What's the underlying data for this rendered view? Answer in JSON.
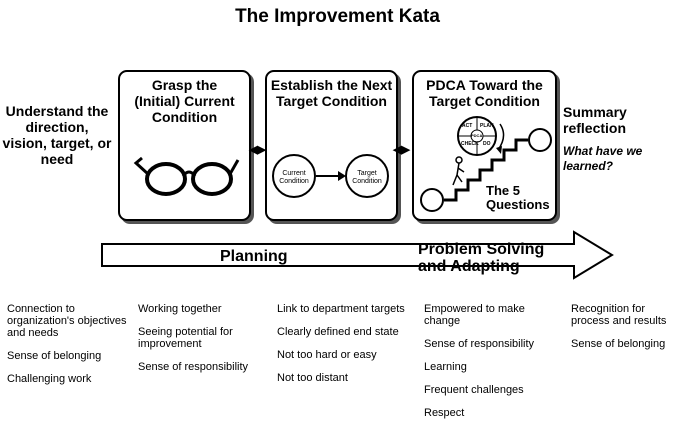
{
  "title": "The Improvement Kata",
  "left_text": "Understand the direction, vision, target, or need",
  "right_text": {
    "heading": "Summary reflection",
    "question": "What have we learned?"
  },
  "boxes": [
    {
      "title": "Grasp the (Initial) Current Condition",
      "icon": "eyeglasses-icon"
    },
    {
      "title": "Establish the Next Target Condition",
      "circle_left": "Current Condition",
      "circle_right": "Target Condition"
    },
    {
      "title": "PDCA Toward the Target Condition",
      "pdca": [
        "ACT",
        "PLAN",
        "CHECK",
        "DO"
      ],
      "pdca_center": "PDCA",
      "caption": "The 5 Questions"
    }
  ],
  "flow_arrow": {
    "left_label": "Planning",
    "right_label": "Problem Solving and Adapting"
  },
  "columns": [
    [
      "Connection to organization's objectives and needs",
      "Sense of belonging",
      "Challenging work"
    ],
    [
      "Working together",
      "Seeing potential for improvement",
      "Sense of responsibility"
    ],
    [
      "Link to department targets",
      "Clearly defined end state",
      "Not too hard or easy",
      "Not too distant"
    ],
    [
      "Empowered to make change",
      "Sense of responsibility",
      "Learning",
      "Frequent challenges",
      "Respect"
    ],
    [
      "Recognition for process and results",
      "Sense of belonging"
    ]
  ]
}
